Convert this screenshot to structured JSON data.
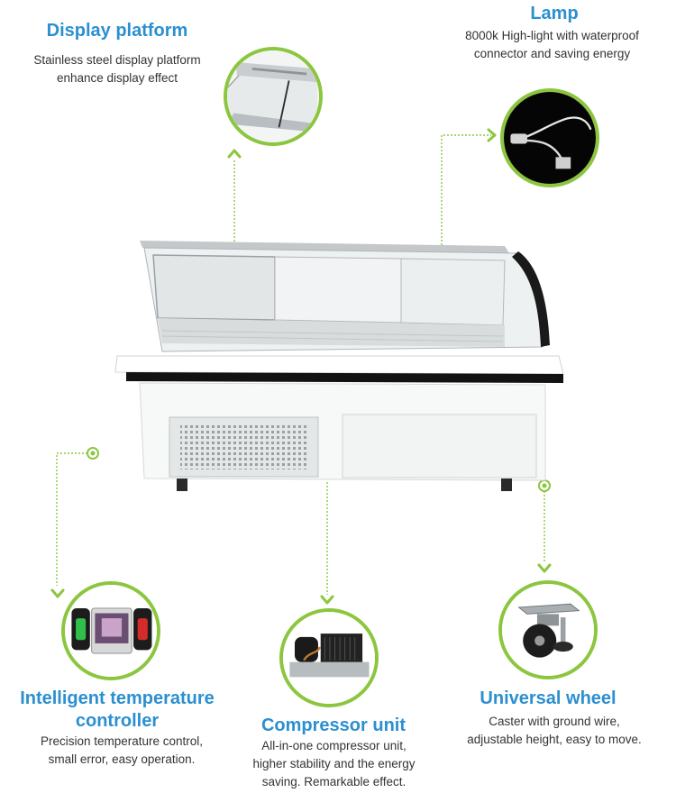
{
  "features": {
    "display_platform": {
      "title": "Display platform",
      "desc": [
        "Stainless steel display platform",
        "enhance display effect"
      ]
    },
    "lamp": {
      "title": "Lamp",
      "desc": [
        "8000k High-light with waterproof",
        "connector and  saving energy"
      ]
    },
    "controller": {
      "title": [
        "Intelligent temperature",
        "controller"
      ],
      "desc": [
        "Precision temperature control,",
        "small error, easy operation."
      ]
    },
    "compressor": {
      "title": "Compressor unit",
      "desc": [
        "All-in-one compressor unit,",
        "higher stability and the energy",
        "saving. Remarkable effect."
      ]
    },
    "wheel": {
      "title": "Universal wheel",
      "desc": [
        "Caster with ground wire,",
        "adjustable height, easy to move."
      ]
    }
  },
  "colors": {
    "title_blue": "#2b8fd0",
    "accent_green": "#8cc63f",
    "text_gray": "#333333"
  },
  "icons": [
    "display-platform-photo",
    "lamp-photo",
    "controller-photo",
    "compressor-photo",
    "wheel-photo",
    "display-cabinet-photo"
  ]
}
